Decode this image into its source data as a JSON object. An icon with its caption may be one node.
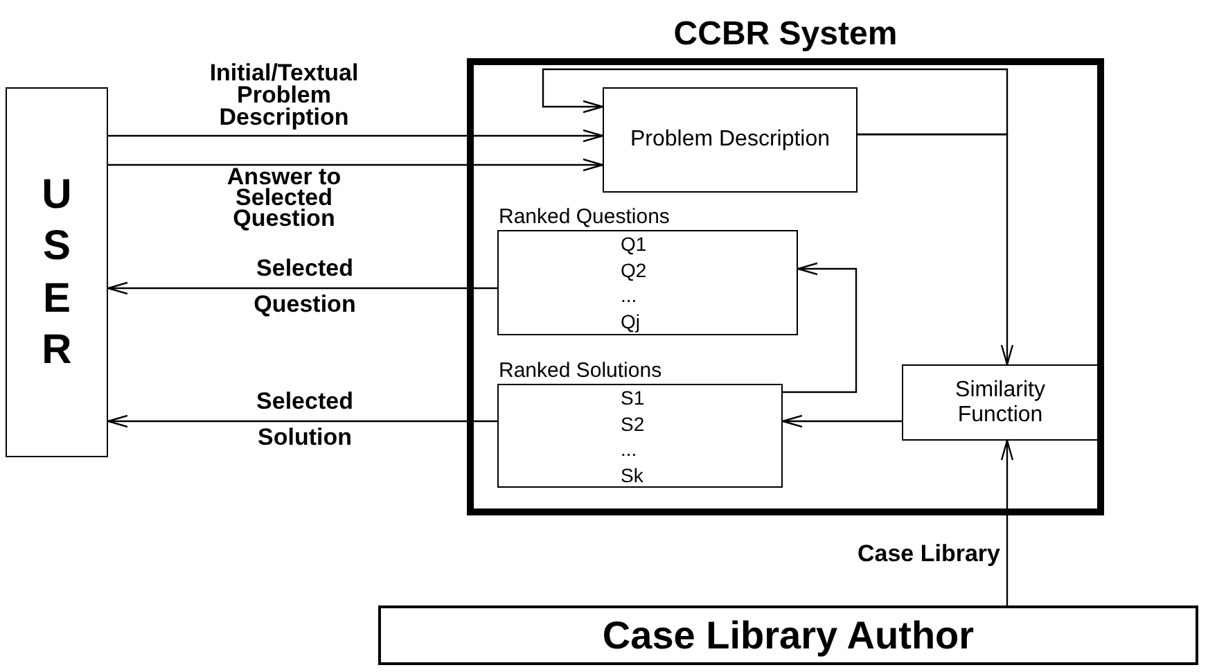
{
  "diagram": {
    "nodes": [
      {
        "text": [
          "USER"
        ]
      },
      {
        "text": [
          "CCBR System"
        ]
      },
      {
        "text": [
          "Problem Description"
        ],
        "in": 1
      },
      {
        "text": [
          "Ranked Questions",
          "Q1",
          "Q2",
          "...",
          "Qj"
        ],
        "in": 1
      },
      {
        "text": [
          "Ranked Solutions",
          "S1",
          "S2",
          "...",
          "Sk"
        ],
        "in": 1
      },
      {
        "text": [
          "Similarity Function"
        ],
        "in": 1
      },
      {
        "text": [
          "Case Library Author"
        ]
      }
    ],
    "edges": [
      {
        "from": 0,
        "to": 2,
        "arrow": "to",
        "label": "Initial/Textual Problem Description"
      },
      {
        "from": 0,
        "to": 2,
        "arrow": "to",
        "label": "Answer to Selected Question"
      },
      {
        "from": 2,
        "to": 5,
        "arrow": "to"
      },
      {
        "from": 2,
        "to": 2,
        "arrow": "to"
      },
      {
        "from": 4,
        "to": 3,
        "arrow": "to"
      },
      {
        "from": 5,
        "to": 4,
        "arrow": "to"
      },
      {
        "from": 3,
        "to": 0,
        "arrow": "to",
        "label": "Selected Question"
      },
      {
        "from": 4,
        "to": 0,
        "arrow": "to",
        "label": "Selected Solution"
      },
      {
        "from": 6,
        "to": 5,
        "arrow": "to",
        "label": "Case Library"
      }
    ]
  }
}
